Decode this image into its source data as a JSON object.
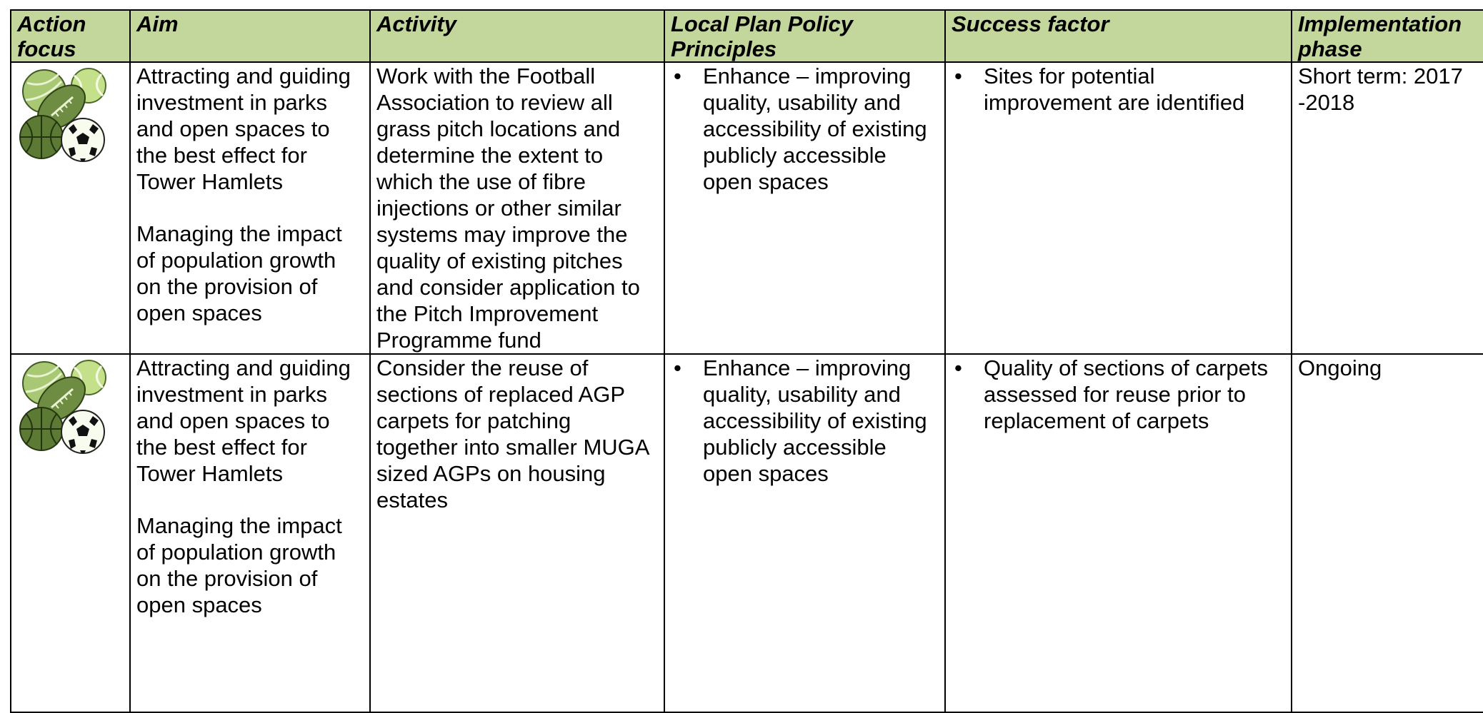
{
  "table": {
    "headers": [
      "Action focus",
      "Aim",
      "Activity",
      "Local Plan Policy Principles",
      "Success factor",
      "Implementation phase"
    ],
    "rows": [
      {
        "icon": "sports-balls-icon",
        "aim": [
          "Attracting and guiding investment in parks and open spaces to the best effect for Tower Hamlets",
          "Managing the impact of population growth on the provision of open spaces"
        ],
        "activity": "Work with the Football Association to review all grass pitch locations and determine the extent to which the use of fibre injections or other similar systems may improve the quality of existing pitches and consider application to the Pitch Improvement Programme fund",
        "policy": "Enhance – improving quality, usability and accessibility of existing publicly accessible open spaces",
        "success": "Sites for potential improvement are identified",
        "phase": "Short term: 2017 -2018"
      },
      {
        "icon": "sports-balls-icon",
        "aim": [
          "Attracting and guiding investment in parks and open spaces to the best effect for Tower Hamlets",
          "Managing the impact of population growth on the provision of open spaces"
        ],
        "activity": "Consider the reuse of sections of replaced AGP carpets for patching together into smaller MUGA sized AGPs on housing estates",
        "policy": "Enhance – improving quality, usability and accessibility of existing publicly accessible open spaces",
        "success": "Quality of sections of carpets assessed for reuse prior to replacement of carpets",
        "phase": "Ongoing"
      }
    ]
  },
  "colors": {
    "header_bg": "#c3d69b",
    "icon_green": "#8fb05a"
  }
}
